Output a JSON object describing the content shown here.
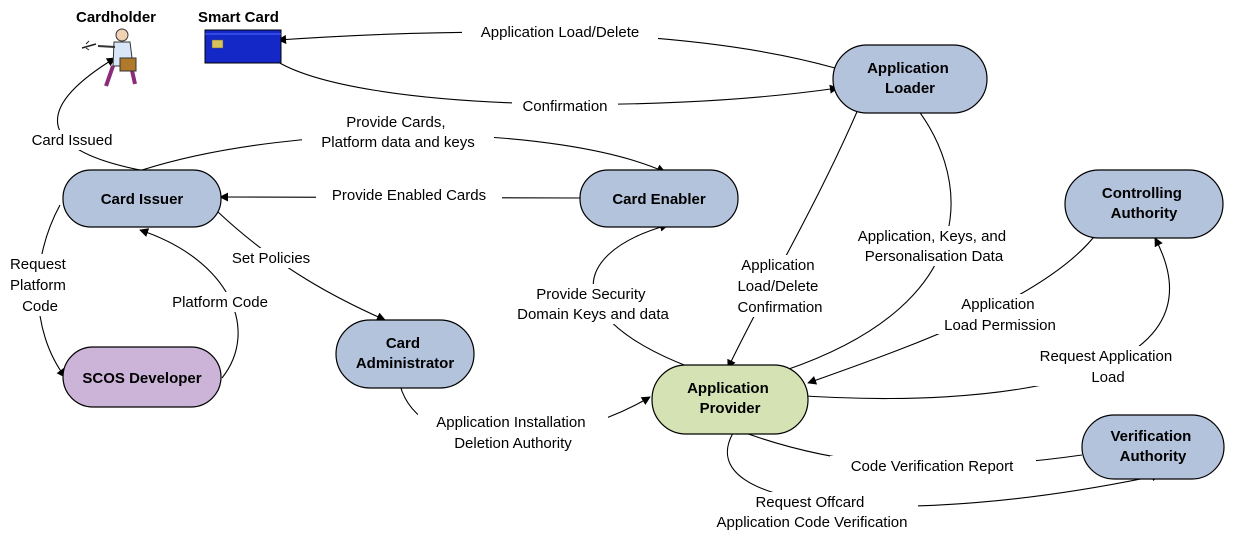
{
  "actors": {
    "cardholder": "Cardholder",
    "smart_card": "Smart Card"
  },
  "nodes": {
    "application_loader": [
      "Application",
      "Loader"
    ],
    "card_issuer": [
      "Card Issuer"
    ],
    "card_enabler": [
      "Card Enabler"
    ],
    "controlling_authority": [
      "Controlling",
      "Authority"
    ],
    "scos_developer": [
      "SCOS Developer"
    ],
    "card_administrator": [
      "Card",
      "Administrator"
    ],
    "application_provider": [
      "Application",
      "Provider"
    ],
    "verification_authority": [
      "Verification",
      "Authority"
    ]
  },
  "edges": {
    "app_load_delete": [
      "Application Load/Delete"
    ],
    "confirmation": [
      "Confirmation"
    ],
    "card_issued": [
      "Card Issued"
    ],
    "provide_cards": [
      "Provide Cards,",
      "Platform data and keys"
    ],
    "provide_enabled_cards": [
      "Provide Enabled Cards"
    ],
    "request_platform_code": [
      "Request",
      "Platform",
      "Code"
    ],
    "platform_code": [
      "Platform Code"
    ],
    "set_policies": [
      "Set Policies"
    ],
    "provide_security_domain_keys": [
      "Provide Security",
      "Domain Keys and data"
    ],
    "app_load_delete_confirmation": [
      "Application",
      "Load/Delete",
      "Confirmation"
    ],
    "app_keys_personalisation": [
      "Application, Keys, and",
      "Personalisation Data"
    ],
    "app_load_permission": [
      "Application",
      "Load Permission"
    ],
    "request_app_load": [
      "Request Application",
      "Load"
    ],
    "app_installation_deletion": [
      "Application Installation",
      "Deletion Authority"
    ],
    "code_verification_report": [
      "Code Verification Report"
    ],
    "request_offcard_verification": [
      "Request Offcard",
      "Application Code Verification"
    ]
  },
  "colors": {
    "node_blue": "#b4c3dc",
    "node_purple": "#ccb3d8",
    "node_green": "#d4e2b4",
    "card_blue": "#1428c8",
    "card_chip": "#d6c45a",
    "stroke": "#000000"
  }
}
